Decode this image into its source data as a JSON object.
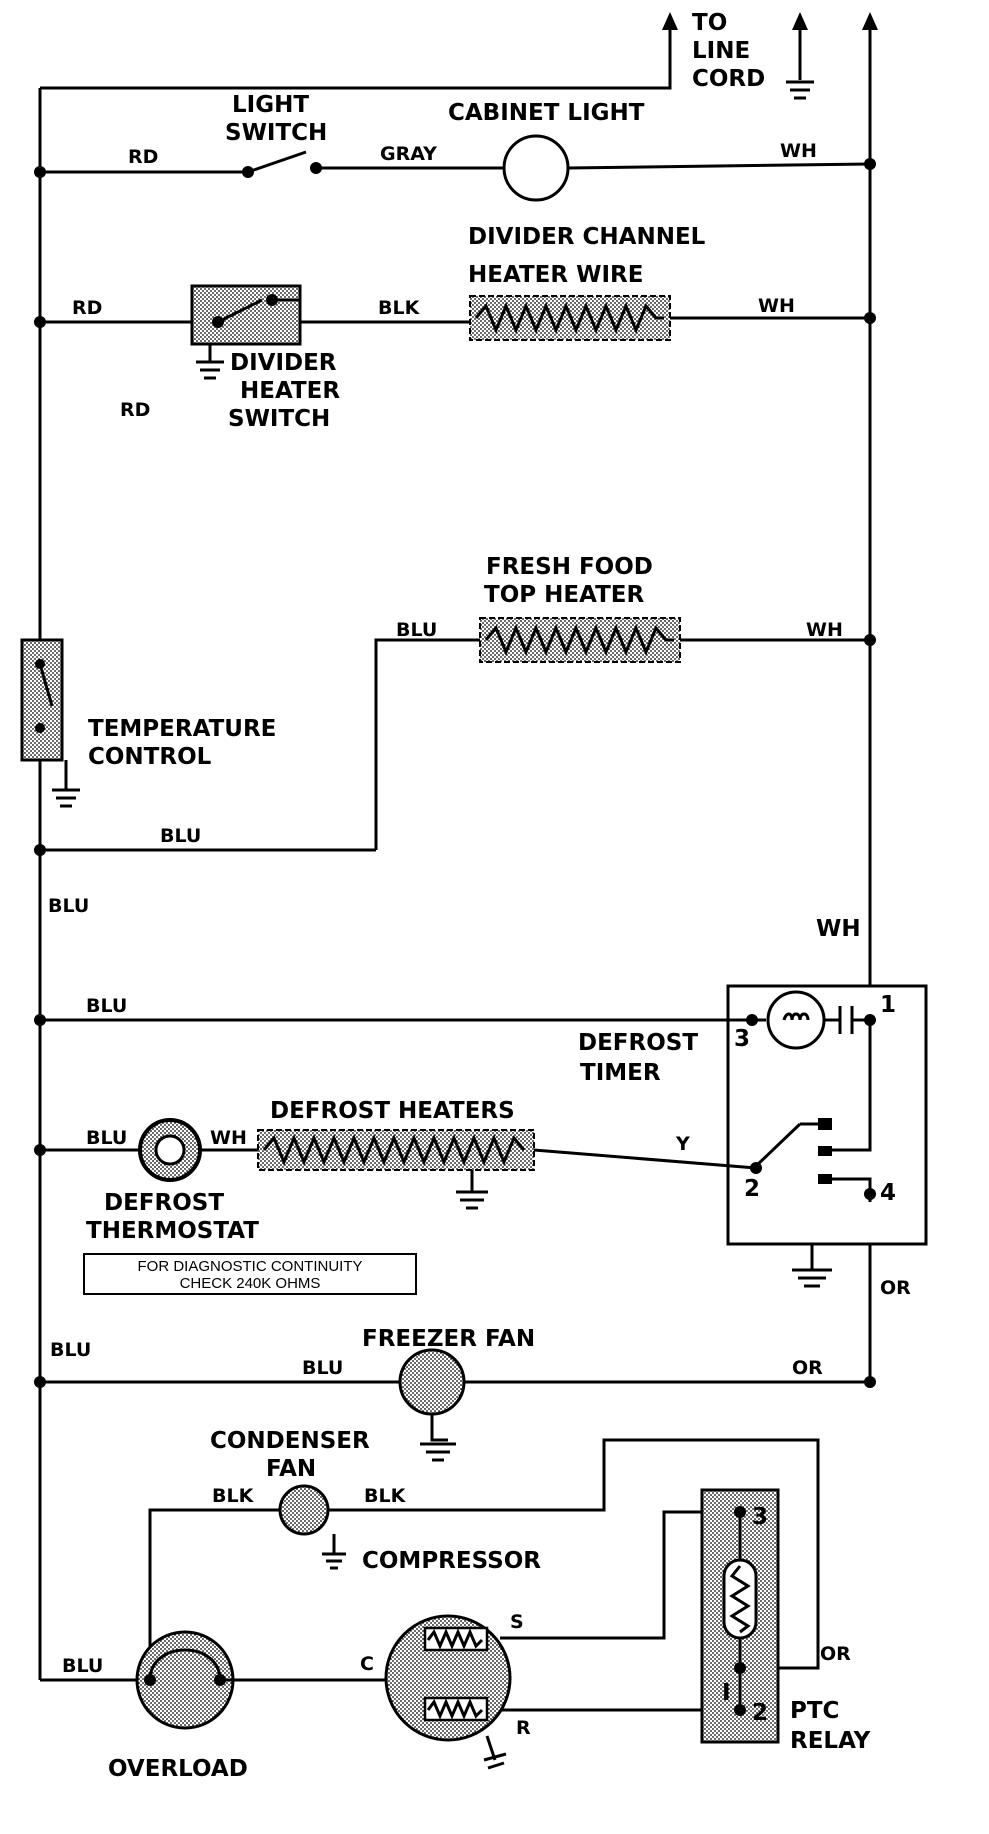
{
  "diagram": {
    "line_cord": [
      "TO",
      "LINE",
      "CORD"
    ],
    "light_switch": [
      "LIGHT",
      "SWITCH"
    ],
    "cabinet_light": "CABINET LIGHT",
    "divider_channel_heater": [
      "DIVIDER CHANNEL",
      "HEATER WIRE"
    ],
    "divider_heater_switch": [
      "DIVIDER",
      "HEATER",
      "SWITCH"
    ],
    "fresh_food_top_heater": [
      "FRESH FOOD",
      "TOP HEATER"
    ],
    "temperature_control": [
      "TEMPERATURE",
      "CONTROL"
    ],
    "defrost_timer": [
      "DEFROST",
      "TIMER"
    ],
    "defrost_heaters": "DEFROST HEATERS",
    "defrost_thermostat": [
      "DEFROST",
      "THERMOSTAT"
    ],
    "diagnostic_note": [
      "FOR DIAGNOSTIC CONTINUITY",
      "CHECK 240K OHMS"
    ],
    "freezer_fan": "FREEZER FAN",
    "condenser_fan": [
      "CONDENSER",
      "FAN"
    ],
    "compressor": "COMPRESSOR",
    "compressor_terminals": {
      "s": "S",
      "c": "C",
      "r": "R"
    },
    "overload": "OVERLOAD",
    "ptc_relay": [
      "PTC",
      "RELAY"
    ],
    "ptc_terminals": {
      "t3": "3",
      "t1": "I",
      "t2": "2"
    },
    "timer_terminals": {
      "t1": "1",
      "t2": "2",
      "t3": "3",
      "t4": "4"
    },
    "wires": {
      "rd1": "RD",
      "gray": "GRAY",
      "wh1": "WH",
      "rd2": "RD",
      "blk1": "BLK",
      "wh2": "WH",
      "rd3": "RD",
      "blu_top": "BLU",
      "wh3": "WH",
      "blu_mid": "BLU",
      "blu_left": "BLU",
      "wh_right": "WH",
      "blu_timer": "BLU",
      "blu_thermo": "BLU",
      "wh_thermo": "WH",
      "y": "Y",
      "or_right": "OR",
      "blu_left2": "BLU",
      "blu_fan": "BLU",
      "or_fan": "OR",
      "blk_left": "BLK",
      "blk_right": "BLK",
      "blu_bottom": "BLU",
      "or_bottom": "OR"
    }
  }
}
